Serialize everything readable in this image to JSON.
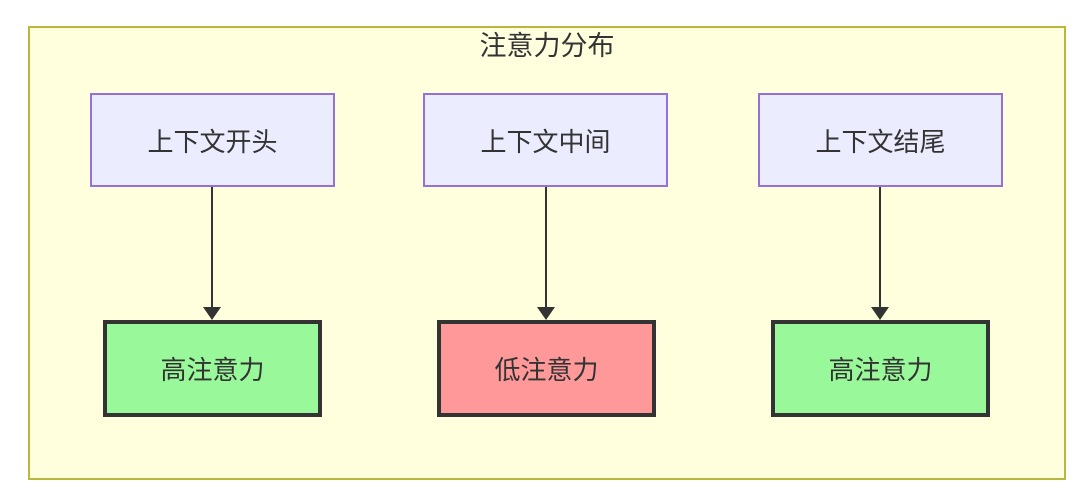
{
  "diagram": {
    "title": "注意力分布",
    "type": "flowchart",
    "colors": {
      "page_background": "#ffffff",
      "frame_fill": "#ffffde",
      "frame_border": "#b8b83c",
      "context_node_fill": "#ececff",
      "context_node_border": "#9370db",
      "attention_node_border": "#333333",
      "high_attention_fill": "#99f899",
      "low_attention_fill": "#ff9999",
      "arrow": "#333333",
      "text": "#333333"
    },
    "columns": [
      {
        "context": {
          "label": "上下文开头"
        },
        "attention": {
          "label": "高注意力",
          "level": "high"
        }
      },
      {
        "context": {
          "label": "上下文中间"
        },
        "attention": {
          "label": "低注意力",
          "level": "low"
        }
      },
      {
        "context": {
          "label": "上下文结尾"
        },
        "attention": {
          "label": "高注意力",
          "level": "high"
        }
      }
    ]
  }
}
